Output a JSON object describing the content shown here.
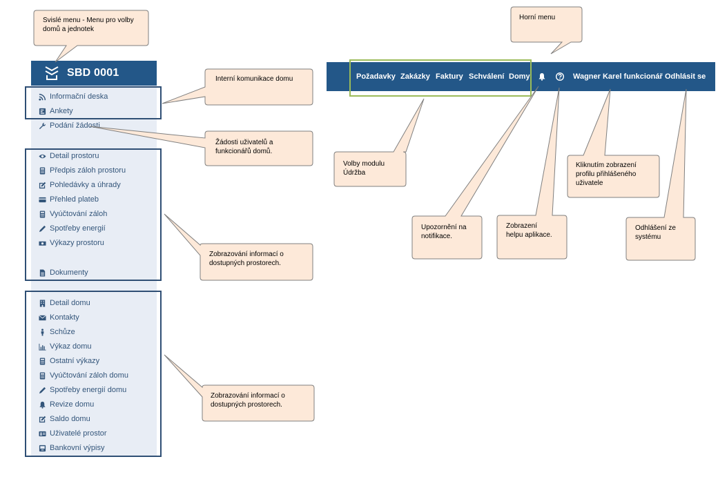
{
  "sidebar": {
    "title": "SBD 0001",
    "groups": [
      {
        "items": [
          {
            "label": "Informační deska",
            "icon": "rss-icon"
          },
          {
            "label": "Ankety",
            "icon": "poll-icon"
          }
        ]
      },
      {
        "items": [
          {
            "label": "Podání žádosti",
            "icon": "wrench-icon"
          }
        ]
      },
      {
        "items": [
          {
            "label": "Detail prostoru",
            "icon": "eye-icon"
          },
          {
            "label": "Předpis záloh prostoru",
            "icon": "calculator-icon"
          },
          {
            "label": "Pohledávky a úhrady",
            "icon": "edit-icon"
          },
          {
            "label": "Přehled plateb",
            "icon": "credit-card-icon"
          },
          {
            "label": "Vyúčtování záloh",
            "icon": "calculator-icon"
          },
          {
            "label": "Spotřeby energií",
            "icon": "pencil-icon"
          },
          {
            "label": "Výkazy prostoru",
            "icon": "money-icon"
          },
          {
            "label": "Dokumenty",
            "icon": "file-icon"
          }
        ]
      },
      {
        "items": [
          {
            "label": "Detail domu",
            "icon": "building-icon"
          },
          {
            "label": "Kontakty",
            "icon": "envelope-icon"
          },
          {
            "label": "Schůze",
            "icon": "person-icon"
          },
          {
            "label": "Výkaz domu",
            "icon": "bar-chart-icon"
          },
          {
            "label": "Ostatní výkazy",
            "icon": "calculator-icon"
          },
          {
            "label": "Vyúčtování záloh domu",
            "icon": "calculator-icon"
          },
          {
            "label": "Spotřeby energií domu",
            "icon": "pencil-icon"
          },
          {
            "label": "Revize domu",
            "icon": "bell-icon"
          },
          {
            "label": "Saldo domu",
            "icon": "edit-icon"
          },
          {
            "label": "Uživatelé prostor",
            "icon": "id-card-icon"
          },
          {
            "label": "Bankovní výpisy",
            "icon": "inbox-icon"
          }
        ]
      }
    ]
  },
  "topnav": {
    "modules": [
      "Požadavky",
      "Zakázky",
      "Faktury",
      "Schválení",
      "Domy"
    ],
    "user": "Wagner Karel funkcionář",
    "logout": "Odhlásit se"
  },
  "callouts": {
    "vertical_menu": "Svislé menu - Menu pro volby domů a jednotek",
    "internal_comm": "Interní komunikace domu",
    "requests": "Žádosti uživatelů a funkcionářů domů.",
    "space_info": "Zobrazování informací o dostupných prostorech.",
    "house_info": "Zobrazování informací o dostupných prostorech.",
    "top_menu": "Horní menu",
    "module_choice": "Volby modulu Údržba",
    "notifications": "Upozornění na notifikace.",
    "help": "Zobrazení helpu aplikace.",
    "profile": "Kliknutím zobrazení profilu přihlášeného uživatele",
    "logout": "Odhlášení ze systému"
  },
  "colors": {
    "header_bg": "#235788",
    "sidebar_bg": "#e8edf5",
    "nav_text": "#33557a",
    "callout_fill": "#fde9d9",
    "callout_stroke": "#7f7f7f",
    "group_border": "#2e4e74",
    "module_border": "#9bbb59"
  }
}
